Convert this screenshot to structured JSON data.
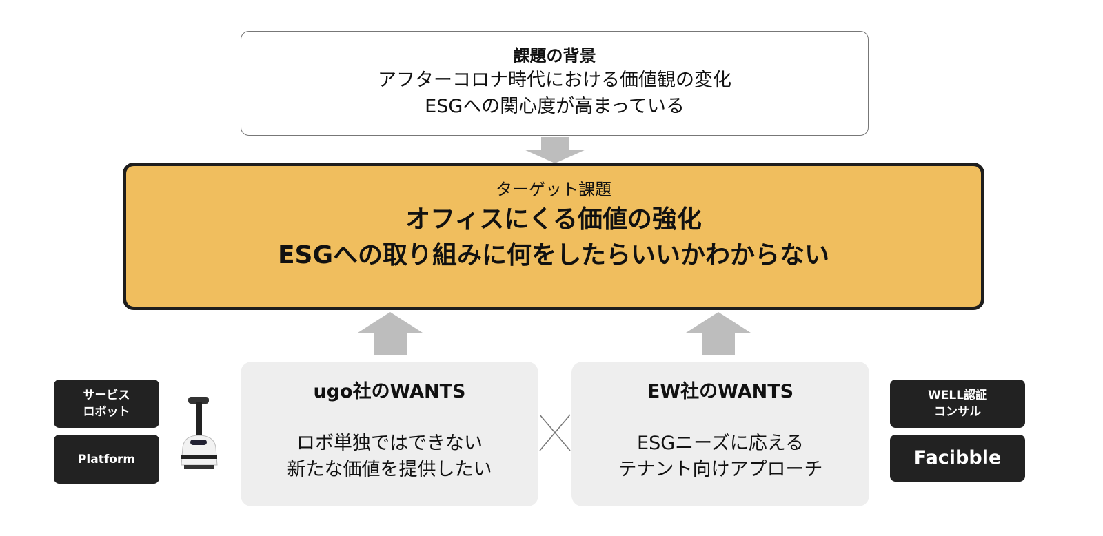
{
  "background": {
    "title": "課題の背景",
    "lines": [
      "アフターコロナ時代における価値観の変化",
      "ESGへの関心度が高まっている"
    ]
  },
  "target": {
    "subtitle": "ターゲット課題",
    "lines": [
      "オフィスにくる価値の強化",
      "ESGへの取り組みに何をしたらいいかわからない"
    ]
  },
  "wants": [
    {
      "title": "ugo社のWANTS",
      "lines": [
        "ロボ単独ではできない",
        "新たな価値を提供したい"
      ]
    },
    {
      "title": "EW社のWANTS",
      "lines": [
        "ESGニーズに応える",
        "テナント向けアプローチ"
      ]
    }
  ],
  "left_tags": [
    "サービス\nロボット",
    "Platform"
  ],
  "right_tags": [
    "WELL認証\nコンサル",
    "Facibble"
  ],
  "colors": {
    "target_fill": "#F0BE5E",
    "wants_fill": "#EEEEEE",
    "tag_fill": "#222222",
    "arrow": "#BDBDBD"
  }
}
